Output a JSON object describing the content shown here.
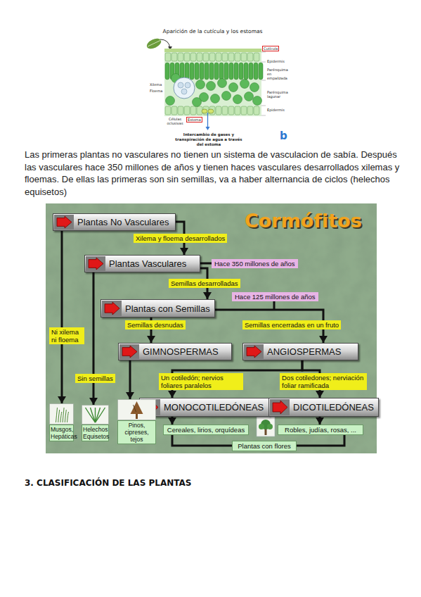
{
  "diagram": {
    "title": "Cormófitos",
    "nodes": [
      {
        "text": [
          "Plantas No Vasculares"
        ]
      },
      {
        "text": [
          "Plantas Vasculares"
        ]
      },
      {
        "text": [
          "Plantas con Semillas"
        ]
      },
      {
        "text": [
          "GIMNOSPERMAS"
        ]
      },
      {
        "text": [
          "ANGIOSPERMAS"
        ]
      },
      {
        "text": [
          "MONOCOTILEDÓNEAS"
        ]
      },
      {
        "text": [
          "DICOTILEDÓNEAS"
        ]
      },
      {
        "text": [
          "Musgos, Hepáticas"
        ]
      },
      {
        "text": [
          "Helechos Equisetos"
        ]
      },
      {
        "text": [
          "Pinos, cipreses, tejos"
        ]
      },
      {
        "text": [
          "Cereales, lirios, orquídeas"
        ]
      },
      {
        "text": [
          "Robles, judías, rosas, ..."
        ]
      },
      {
        "text": [
          "Plantas con flores"
        ]
      }
    ],
    "edges": [
      {
        "from": 0,
        "to": 1,
        "arrow": "to",
        "label": "Xilema y floema desarrollados"
      },
      {
        "from": 1,
        "to": 2,
        "arrow": "to",
        "label": "Semillas desarrolladas"
      },
      {
        "from": 2,
        "to": 3,
        "arrow": "to",
        "label": "Semillas desnudas"
      },
      {
        "from": 2,
        "to": 4,
        "arrow": "to",
        "label": "Semillas encerradas en un fruto"
      },
      {
        "from": 4,
        "to": 5,
        "arrow": "to",
        "label": "Un cotiledón; nervios foliares paralelos"
      },
      {
        "from": 4,
        "to": 6,
        "arrow": "to",
        "label": "Dos cotiledones; nerviación foliar ramificada"
      },
      {
        "from": 0,
        "to": 7,
        "arrow": "to",
        "label": "Ni xilema ni floema"
      },
      {
        "from": 1,
        "to": 8,
        "arrow": "to",
        "label": "Sin semillas"
      },
      {
        "from": 3,
        "to": 9,
        "arrow": "to"
      },
      {
        "from": 5,
        "to": 10,
        "arrow": "to"
      },
      {
        "from": 6,
        "to": 11,
        "arrow": "to"
      },
      {
        "from": 10,
        "to": 12,
        "arrow": "none"
      },
      {
        "from": 11,
        "to": 12,
        "arrow": "none"
      }
    ],
    "labels": [
      "Aparición de la cutícula y los estomas",
      "Cutícula",
      "Epidermis",
      "Parénquima en empalizada",
      "Xilema",
      "Floema",
      "Parénquima lagunar",
      "Epidermis",
      "Células oclusivas",
      "Estoma",
      "Intercambio de gases y transpiración de agua a través del estoma",
      "b",
      "Las primeras plantas no vasculares no tienen un sistema de vasculacion de sabía. Después las vasculares hace 350 millones de años y tienen haces vasculares desarrollados xilemas y floemas. De ellas las primeras son sin semillas, va a haber alternancia de ciclos (helechos equisetos)",
      "Hace 350 millones de años",
      "Hace 125 millones de años",
      "3. CLASIFICACIÓN DE LAS PLANTAS"
    ]
  }
}
